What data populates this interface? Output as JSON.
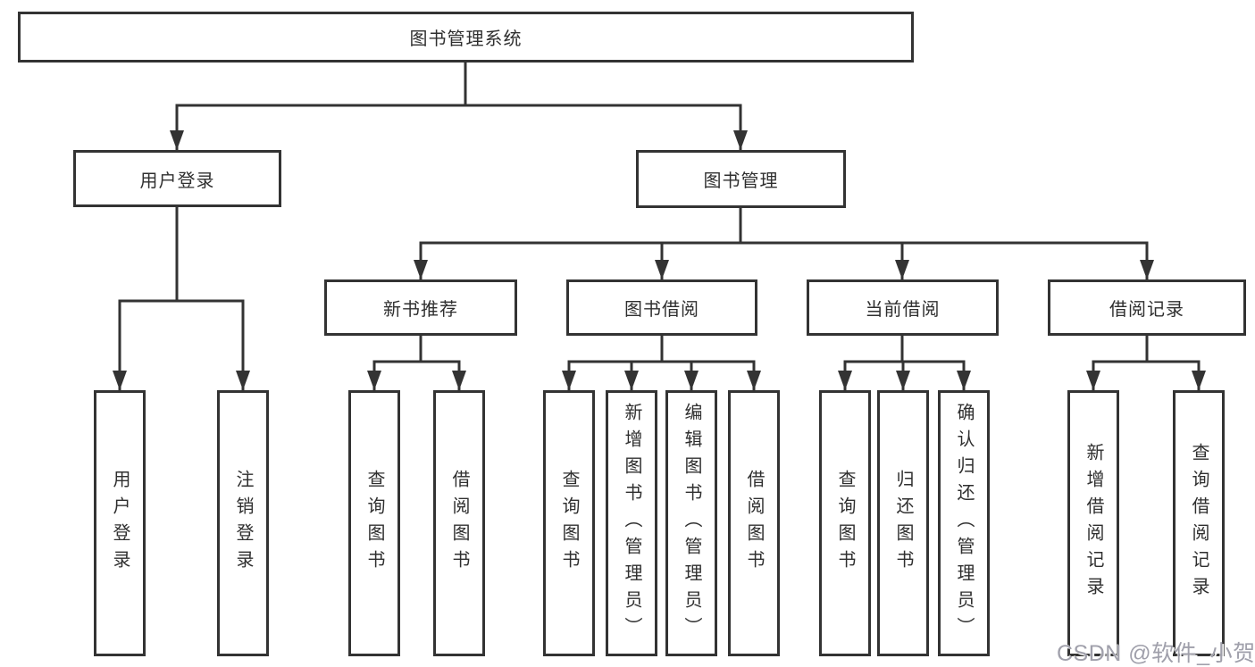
{
  "diagram": {
    "root": {
      "label": "图书管理系统"
    },
    "branches": [
      {
        "label": "用户登录",
        "children": [
          {
            "label": "用户登录"
          },
          {
            "label": "注销登录"
          }
        ]
      },
      {
        "label": "图书管理",
        "children": [
          {
            "label": "新书推荐",
            "children": [
              {
                "label": "查询图书"
              },
              {
                "label": "借阅图书"
              }
            ]
          },
          {
            "label": "图书借阅",
            "children": [
              {
                "label": "查询图书"
              },
              {
                "label": "新增图书（管理员）"
              },
              {
                "label": "编辑图书（管理员）"
              },
              {
                "label": "借阅图书"
              }
            ]
          },
          {
            "label": "当前借阅",
            "children": [
              {
                "label": "查询图书"
              },
              {
                "label": "归还图书"
              },
              {
                "label": "确认归还（管理员）"
              }
            ]
          },
          {
            "label": "借阅记录",
            "children": [
              {
                "label": "新增借阅记录"
              },
              {
                "label": "查询借阅记录"
              }
            ]
          }
        ]
      }
    ],
    "watermark": "CSDN @软件_小贺同学",
    "colors": {
      "ink": "#333333",
      "background": "#ffffff",
      "watermark": "#a0a0ab"
    }
  }
}
